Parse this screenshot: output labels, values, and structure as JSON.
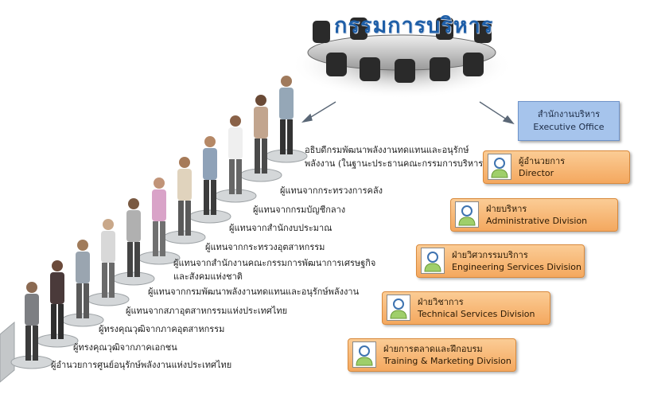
{
  "title": "กรรมการบริหาร",
  "members": [
    "อธิบดีกรมพัฒนาพลังงานทดแทนและอนุรักษ์พลังงาน (ในฐานะประธานคณะกรรมการบริหาร)",
    "ผู้แทนจากกระทรวงการคลัง",
    "ผู้แทนจากกรมบัญชีกลาง",
    "ผู้แทนจากสำนักงบประมาณ",
    "ผู้แทนจากกระทรวงอุตสาหกรรม",
    "ผู้แทนจากสำนักงานคณะกรรมการพัฒนาการเศรษฐกิจและสังคมแห่งชาติ",
    "ผู้แทนจากกรมพัฒนาพลังงานทดแทนและอนุรักษ์พลังงาน",
    "ผู้แทนจากสภาอุตสาหกรรมแห่งประเทศไทย",
    "ผู้ทรงคุณวุฒิจากภาคอุตสาหกรรม",
    "ผู้ทรงคุณวุฒิจากภาคเอกชน",
    "ผู้อำนวยการศูนย์อนุรักษ์พลังงานแห่งประเทศไทย"
  ],
  "executive_office": {
    "th": "สำนักงานบริหาร",
    "en": "Executive Office"
  },
  "divisions": [
    {
      "th": "ผู้อำนวยการ",
      "en": "Director"
    },
    {
      "th": "ฝ่ายบริหาร",
      "en": "Administrative Division"
    },
    {
      "th": "ฝ่ายวิศวกรรมบริการ",
      "en": "Engineering Services Division"
    },
    {
      "th": "ฝ่ายวิชาการ",
      "en": "Technical Services Division"
    },
    {
      "th": "ฝ่ายการตลาดและฝึกอบรม",
      "en": "Training & Marketing Division"
    }
  ],
  "colors": {
    "title": "#1f5fa8",
    "division_fill": "#f8b878",
    "division_border": "#d98a3d",
    "office_fill": "#a6c4ec",
    "avatar_stroke": "#3e73b0",
    "avatar_body": "#9fcf6a"
  },
  "icons": [
    "conference-table-icon",
    "person-figure-icon",
    "user-avatar-icon",
    "arrow-icon"
  ]
}
